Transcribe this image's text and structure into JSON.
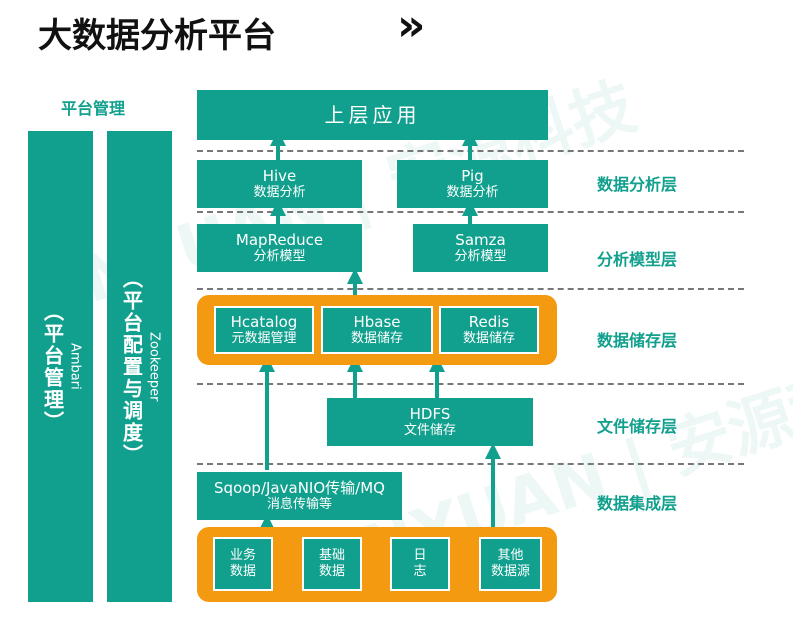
{
  "title": "大数据分析平台",
  "title_arrow": "»",
  "platform_mgmt_label": "平台管理",
  "left_col": {
    "name": "Ambari",
    "desc": "（平台管理）"
  },
  "second_col": {
    "name": "Zookeeper",
    "desc": "（平台配置与调度）"
  },
  "top_app": "上层应用",
  "analysis": [
    {
      "name": "Hive",
      "desc": "数据分析"
    },
    {
      "name": "Pig",
      "desc": "数据分析"
    }
  ],
  "models": [
    {
      "name": "MapReduce",
      "desc": "分析模型"
    },
    {
      "name": "Samza",
      "desc": "分析模型"
    }
  ],
  "storage": [
    {
      "name": "Hcatalog",
      "desc": "元数据管理"
    },
    {
      "name": "Hbase",
      "desc": "数据储存"
    },
    {
      "name": "Redis",
      "desc": "数据储存"
    }
  ],
  "hdfs": {
    "name": "HDFS",
    "desc": "文件储存"
  },
  "sqoop": {
    "name": "Sqoop/JavaNIO传输/MQ",
    "desc": "消息传输等"
  },
  "sources": [
    {
      "line1": "业务",
      "line2": "数据"
    },
    {
      "line1": "基础",
      "line2": "数据"
    },
    {
      "line1": "日",
      "line2": "志"
    },
    {
      "line1": "其他",
      "line2": "数据源"
    }
  ],
  "layers": [
    "数据分析层",
    "分析模型层",
    "数据储存层",
    "文件储存层",
    "数据集成层"
  ],
  "watermark": "ANYUAN | 安源科技",
  "colors": {
    "teal": "#12a08e",
    "orange": "#f39a10"
  }
}
